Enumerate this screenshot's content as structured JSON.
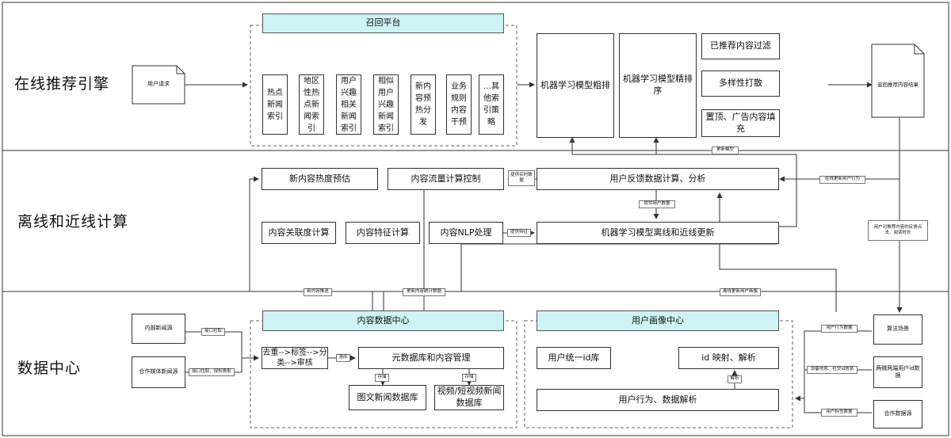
{
  "lanes": {
    "online": "在线推荐引擎",
    "offline": "离线和近线计算",
    "data": "数据中心"
  },
  "online": {
    "user_request": "用户请求",
    "recall_title": "召回平台",
    "recall_items": [
      "热点新闻索引",
      "地区性热点新闻索引",
      "用户兴趣相关新闻索引",
      "相似用户兴趣新闻索引",
      "新内容预热分发",
      "业务规则内容干预",
      "…其他索引策略"
    ],
    "coarse_rank": "机器学习模型粗排",
    "fine_rank": "机器学习模型精排序",
    "filter": "已推荐内容过滤",
    "diversity": "多样性打散",
    "pin_fill": "置顶、广告内容填充",
    "result": "返回推荐内容结果"
  },
  "offline": {
    "new_heat": "新内容热度预估",
    "flow_ctrl": "内容流量计算控制",
    "feedback": "用户反馈数据计算、分析",
    "relevance": "内容关联度计算",
    "feature": "内容特征计算",
    "nlp": "内容NLP处理",
    "ml_update": "机器学习模型离线和近线更新"
  },
  "data_center": {
    "internal_src": "内部新闻源",
    "partner_src": "合作媒体新闻源",
    "content_title": "内容数据中心",
    "dedup": "去重-->标签-->分类-->审核",
    "meta_db": "元数据库和内容管理",
    "text_db": "图文新闻数据库",
    "video_db": "视频/短视频新闻数据库",
    "profile_title": "用户画像中心",
    "uid_lib": "用户统一id库",
    "id_map": "id 映射、解析",
    "behavior": "用户行为、数据解析",
    "scenario": "算法场景",
    "cross_id": "两微两端用户id数据",
    "partner_data": "合作数据源"
  },
  "labels": {
    "update_model": "更新模型",
    "realtime": "提供实时数据",
    "online_behavior": "在线更新用户行为",
    "provide_user": "提供用户数据",
    "provide_feature": "提供特征",
    "feedback_note": "用户对推荐内容的反馈点击、阅读时长",
    "new_push": "新内容推送",
    "stat_update": "更新内容统计数据",
    "profile_update": "离线更新用户画像",
    "api_pull": "接口拉取",
    "api_pull_auth": "接口拉取、授权爬取",
    "store_in": "落库",
    "store1": "存储",
    "store2": "存储",
    "parse": "解析",
    "behavior_data": "用户行为数据",
    "device_info": "设备信息、社交id信息",
    "tag_data": "用户标签数据"
  }
}
